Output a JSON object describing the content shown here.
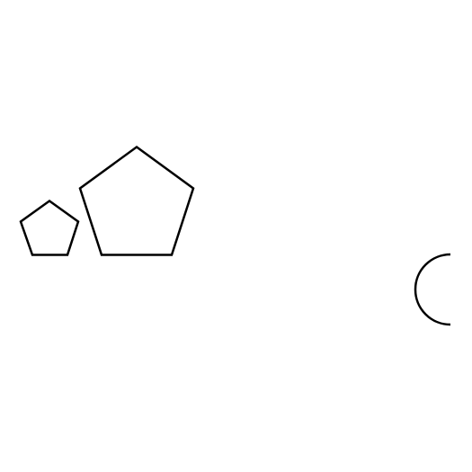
{
  "canvas": {
    "background": "#ffffff"
  },
  "style": {
    "stroke_color": "#000000"
  },
  "shapes": [
    {
      "kind": "pentagon",
      "size": "small"
    },
    {
      "kind": "pentagon",
      "size": "large"
    },
    {
      "kind": "semicircle-arc",
      "opening": "right"
    }
  ]
}
